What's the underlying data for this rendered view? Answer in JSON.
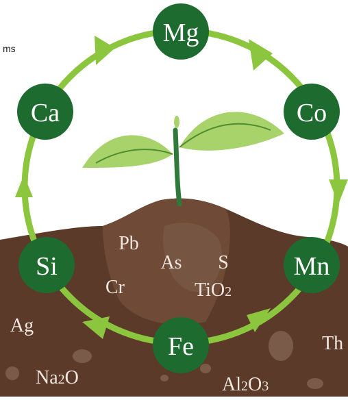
{
  "header_fragment": "ms",
  "colors": {
    "cycle_arrow": "#8cc63f",
    "node_fill": "#1e6b30",
    "node_text": "#ffffff",
    "soil_dark": "#5b3a29",
    "soil_light": "#7a5a48",
    "leaf_light": "#a8d26a",
    "leaf_dark": "#4f8d2f",
    "soil_label": "#efe6de"
  },
  "cycle_nodes": [
    {
      "id": "mg",
      "label": "Mg"
    },
    {
      "id": "co",
      "label": "Co"
    },
    {
      "id": "mn",
      "label": "Mn"
    },
    {
      "id": "fe",
      "label": "Fe"
    },
    {
      "id": "si",
      "label": "Si"
    },
    {
      "id": "ca",
      "label": "Ca"
    }
  ],
  "soil_labels": [
    {
      "id": "pb",
      "label": "Pb"
    },
    {
      "id": "as",
      "label": "As"
    },
    {
      "id": "s",
      "label": "S"
    },
    {
      "id": "cr",
      "label": "Cr"
    },
    {
      "id": "tio2",
      "label": "TiO",
      "sub": "2"
    },
    {
      "id": "ag",
      "label": "Ag"
    },
    {
      "id": "na2o",
      "label": "Na",
      "sub": "2",
      "tail": "O"
    },
    {
      "id": "al2o3",
      "label": "Al",
      "sub": "2",
      "tail": "O",
      "sub2": "3"
    },
    {
      "id": "th",
      "label": "Th"
    }
  ]
}
